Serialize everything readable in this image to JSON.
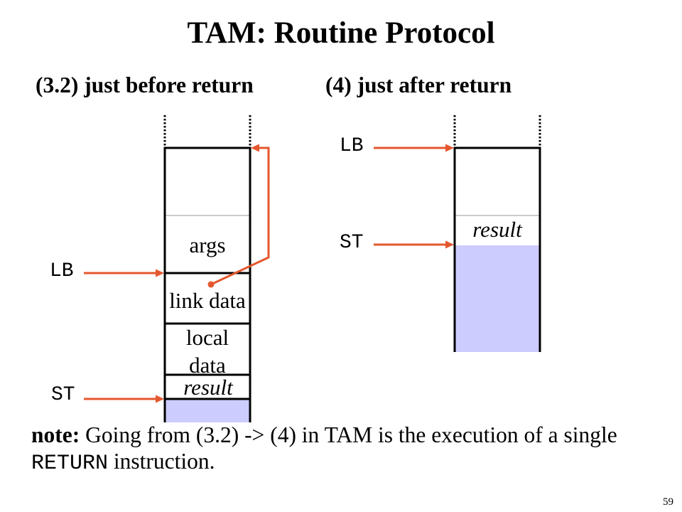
{
  "slide": {
    "title": "TAM: Routine Protocol",
    "page_number": "59"
  },
  "panels": [
    {
      "caption": "(3.2) just before return",
      "labels": {
        "lb": "LB",
        "st": "ST"
      },
      "cells": {
        "args": "args",
        "link_data": "link data",
        "local_data": [
          "local",
          "data"
        ],
        "result": "result"
      }
    },
    {
      "caption": "(4) just after return",
      "labels": {
        "lb": "LB",
        "st": "ST"
      },
      "cells": {
        "result": "result"
      }
    }
  ],
  "note": {
    "label": "note:",
    "line1": "Going from (3.2) -> (4) in TAM is the execution of a single",
    "code": "RETURN",
    "line2": "instruction."
  },
  "colors": {
    "pointer": "#e4572e",
    "free_space_fill": "#ccccff",
    "line": "#000000",
    "divider": "#9a9a9a"
  }
}
